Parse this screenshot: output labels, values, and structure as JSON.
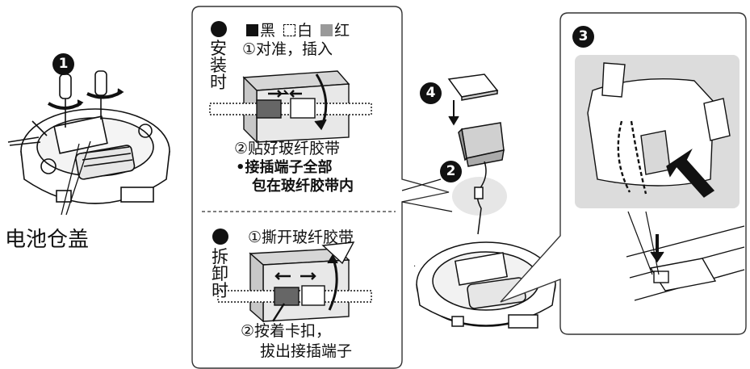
{
  "left": {
    "step_marker": "1",
    "cover_label": "电池仓盖"
  },
  "install": {
    "heading": "安装时",
    "legend": {
      "black": "黑",
      "white": "白",
      "red": "红"
    },
    "step1": "①对准，插入",
    "step2": "②贴好玻纤胶带",
    "note_line1": "•接插端子全部",
    "note_line2": "包在玻纤胶带内"
  },
  "remove": {
    "heading": "拆卸时",
    "step1": "①撕开玻纤胶带",
    "step2_line1": "②按着卡扣，",
    "step2_line2": "拔出接插端子"
  },
  "middle": {
    "marker_2": "2",
    "marker_4": "4"
  },
  "right": {
    "marker_3": "3"
  },
  "colors": {
    "black": "#111111",
    "white": "#ffffff",
    "red": "#9a9a9a",
    "panel_gray": "#dcdcdc"
  }
}
